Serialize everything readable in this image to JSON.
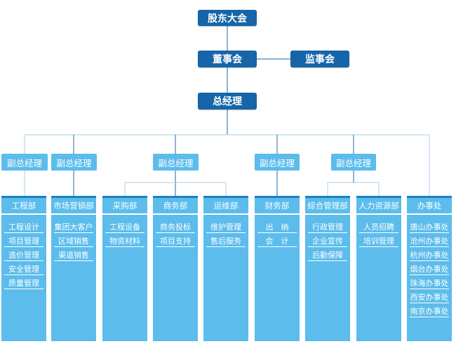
{
  "org": {
    "shareholders": "股东大会",
    "board": "董事会",
    "supervisors": "监事会",
    "gm": "总经理",
    "vps": [
      "副总经理",
      "副总经理",
      "副总经理",
      "副总经理",
      "副总经理"
    ]
  },
  "departments": [
    {
      "name": "工程部",
      "items": [
        "工程设计",
        "项目管理",
        "造价管理",
        "安全管理",
        "质量管理"
      ]
    },
    {
      "name": "市场营销部",
      "items": [
        "集团大客户",
        "区域销售",
        "渠道销售"
      ]
    },
    {
      "name": "采购部",
      "items": [
        "工程设备",
        "物资材料"
      ]
    },
    {
      "name": "商务部",
      "items": [
        "商务投标",
        "项目支持"
      ]
    },
    {
      "name": "运维部",
      "items": [
        "维护管理",
        "售后服务"
      ]
    },
    {
      "name": "财务部",
      "items": [
        "出　纳",
        "会　计"
      ]
    },
    {
      "name": "综合管理部",
      "items": [
        "行政管理",
        "企业宣传",
        "后勤保障"
      ]
    },
    {
      "name": "人力资源部",
      "items": [
        "人员招聘",
        "培训管理"
      ]
    },
    {
      "name": "办事处",
      "items": [
        "唐山办事处",
        "沧州办事处",
        "杭州办事处",
        "烟台办事处",
        "珠海办事处",
        "西安办事处",
        "南京办事处"
      ]
    }
  ],
  "colors": {
    "top_box": "#1665a8",
    "light_box": "#5cbcec",
    "connector": "#1c6aa8",
    "branch_line": "#a8cfe8"
  }
}
